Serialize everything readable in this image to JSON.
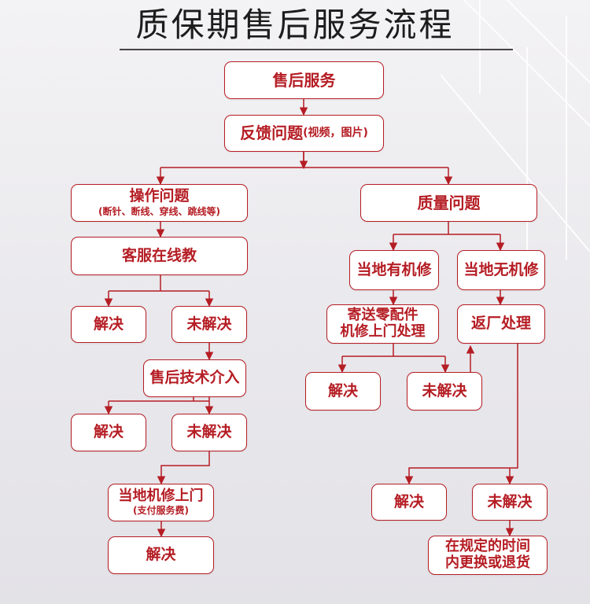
{
  "title": "质保期售后服务流程",
  "nodes": {
    "after_sales": "售后服务",
    "feedback": {
      "main": "反馈问题",
      "detail": "(视频，图片)"
    },
    "operation_issue": {
      "main": "操作问题",
      "detail": "(断针、断线、穿线、跳线等)"
    },
    "quality_issue": "质量问题",
    "online_teaching": "客服在线教",
    "resolved_1": "解决",
    "unresolved_1": "未解决",
    "tech_intervention": "售后技术介入",
    "resolved_2": "解决",
    "unresolved_2": "未解决",
    "local_onsite": {
      "main": "当地机修上门",
      "detail": "(支付服务费)"
    },
    "resolved_3": "解决",
    "local_has_mechanic": "当地有机修",
    "local_no_mechanic": "当地无机修",
    "send_parts": {
      "line1": "寄送零配件",
      "line2": "机修上门处理"
    },
    "return_factory": "返厂处理",
    "resolved_4": "解决",
    "unresolved_4": "未解决",
    "resolved_5": "解决",
    "unresolved_5": "未解决",
    "replace_return": {
      "line1": "在规定的时间",
      "line2": "内更换或退货"
    }
  },
  "colors": {
    "accent": "#b51d24",
    "node_fill": "#ffffff",
    "title": "#1c1c1c"
  }
}
